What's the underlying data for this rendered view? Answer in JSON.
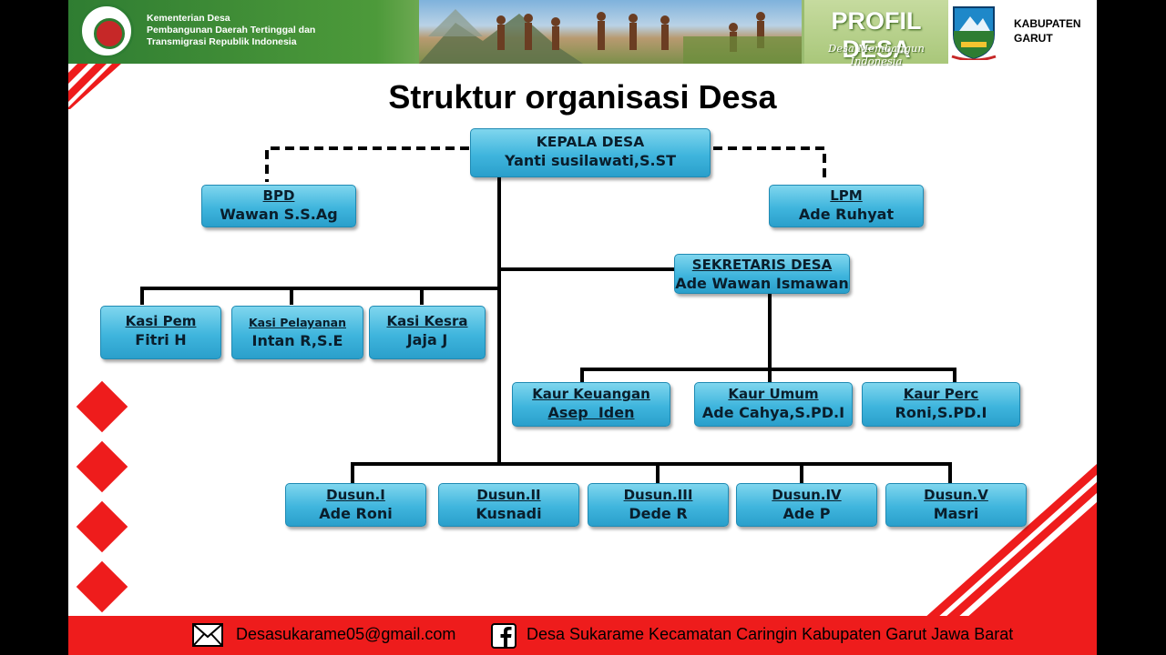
{
  "header": {
    "ministry_line1": "Kementerian Desa",
    "ministry_line2": "Pembangunan Daerah Tertinggal dan",
    "ministry_line3": "Transmigrasi Republik Indonesia",
    "profil_title": "PROFIL DESA",
    "profil_subtitle": "Desa Membangun Indonesia",
    "region_line1": "KABUPATEN",
    "region_line2": "GARUT"
  },
  "title": "Struktur organisasi Desa",
  "org": {
    "kepala": {
      "role": "KEPALA DESA",
      "name": "Yanti susilawati,S.ST"
    },
    "bpd": {
      "role": "BPD",
      "name": "Wawan S.S.Ag"
    },
    "lpm": {
      "role": "LPM",
      "name": "Ade Ruhyat"
    },
    "sekretaris": {
      "role": "SEKRETARIS DESA",
      "name": "Ade Wawan Ismawan"
    },
    "kasi_pem": {
      "role": "Kasi Pem",
      "name": "Fitri H"
    },
    "kasi_pelayanan": {
      "role": "Kasi Pelayanan",
      "name": "Intan R,S.E"
    },
    "kasi_kesra": {
      "role": "Kasi Kesra",
      "name": "Jaja J"
    },
    "kaur_keuangan": {
      "role": "Kaur Keuangan",
      "name": "Asep  Iden"
    },
    "kaur_umum": {
      "role": "Kaur Umum",
      "name": "Ade Cahya,S.PD.I"
    },
    "kaur_perc": {
      "role": "Kaur Perc",
      "name": "Roni,S.PD.I"
    },
    "dusun1": {
      "role": "Dusun.I",
      "name": "Ade Roni"
    },
    "dusun2": {
      "role": "Dusun.II",
      "name": "Kusnadi"
    },
    "dusun3": {
      "role": "Dusun.III",
      "name": "Dede R"
    },
    "dusun4": {
      "role": "Dusun.IV",
      "name": "Ade P"
    },
    "dusun5": {
      "role": "Dusun.V",
      "name": "Masri"
    }
  },
  "footer": {
    "email": "Desasukarame05@gmail.com",
    "facebook": "Desa Sukarame Kecamatan Caringin Kabupaten Garut Jawa Barat"
  },
  "colors": {
    "node_fill": "#3fb5dd",
    "accent_red": "#ee1c1c",
    "banner_green": "#4d9a3a"
  }
}
